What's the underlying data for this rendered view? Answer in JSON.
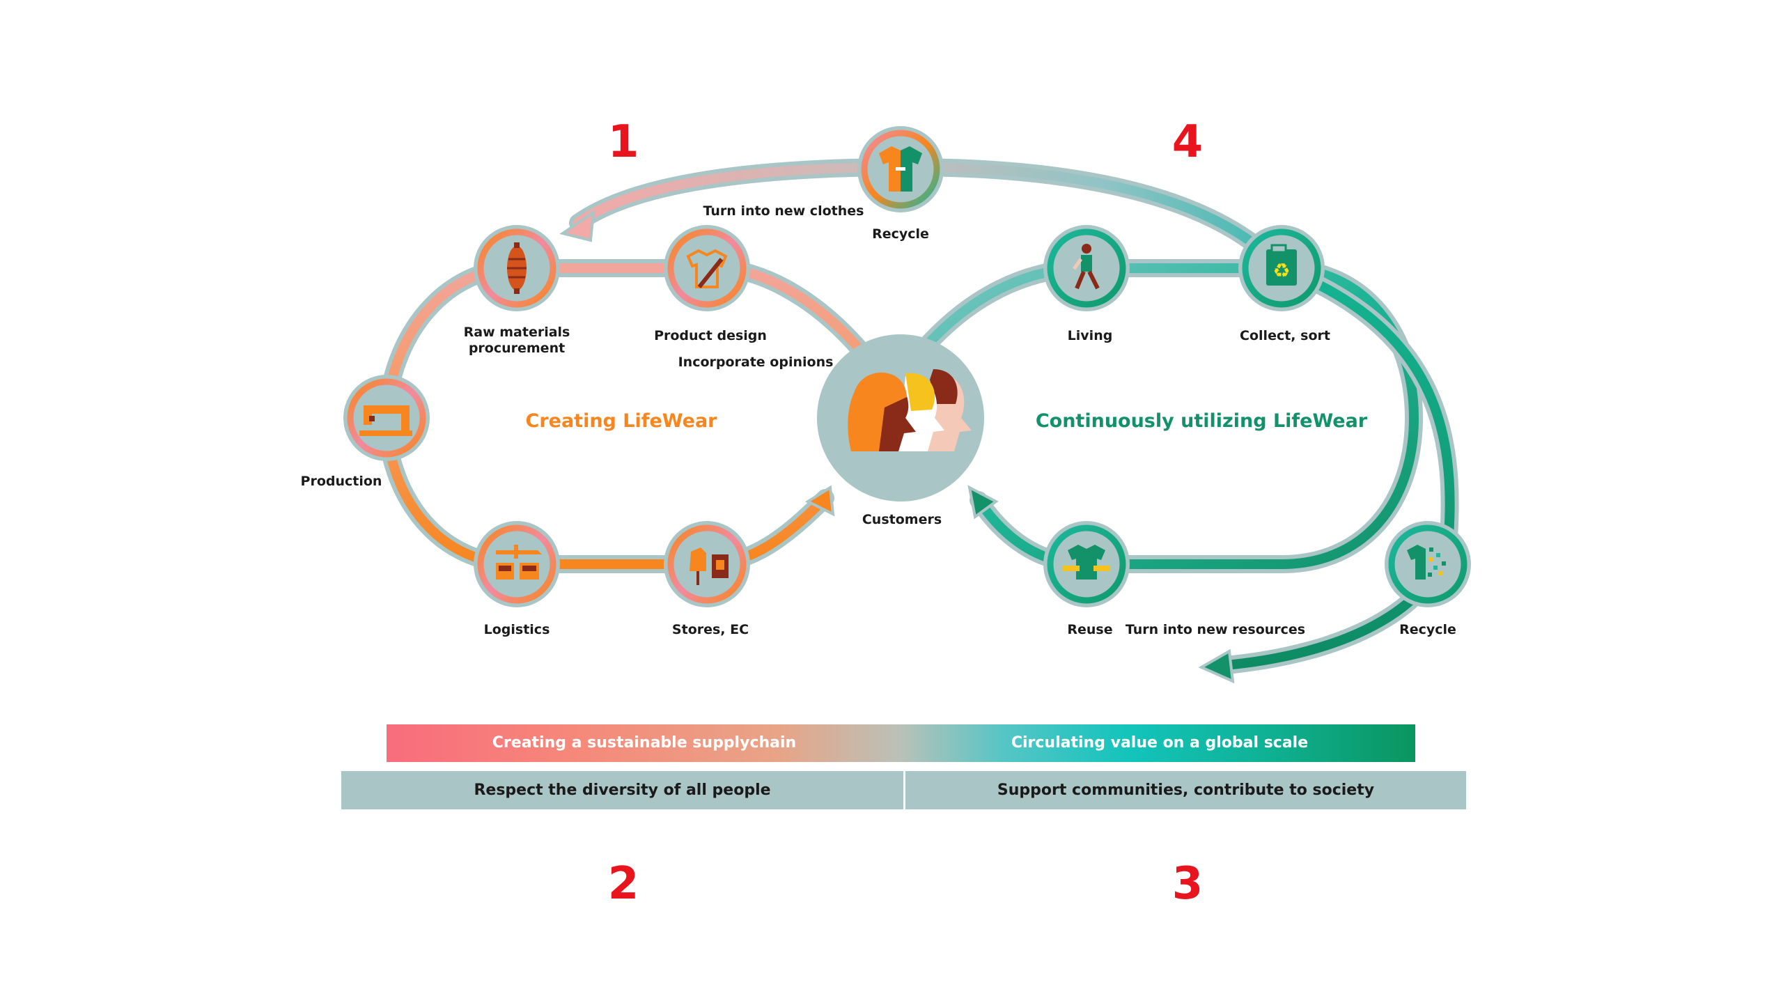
{
  "numbers": {
    "n1": "1",
    "n2": "2",
    "n3": "3",
    "n4": "4"
  },
  "sections": {
    "left_title": "Creating LifeWear",
    "right_title": "Continuously utilizing LifeWear"
  },
  "nodes": {
    "recycle_top": "Recycle",
    "turn_new_clothes": "Turn into new clothes",
    "raw_materials_line1": "Raw materials",
    "raw_materials_line2": "procurement",
    "product_design": "Product design",
    "incorporate_opinions": "Incorporate opinions",
    "production": "Production",
    "logistics": "Logistics",
    "stores_ec": "Stores, EC",
    "customers": "Customers",
    "living": "Living",
    "collect_sort": "Collect, sort",
    "reuse": "Reuse",
    "turn_new_resources": "Turn into new resources",
    "recycle_right": "Recycle"
  },
  "bars": {
    "sustainable": "Creating a sustainable supplychain",
    "circulating": "Circulating value on a global scale",
    "diversity": "Respect the diversity of all people",
    "communities": "Support communities, contribute to society"
  },
  "colors": {
    "orange": "#f7861e",
    "green": "#13926a",
    "teal_ring": "#1db79c",
    "pink_ring": "#f28aa0",
    "node_fill": "#a9c5c5",
    "red_number": "#e8141e"
  },
  "icons": {
    "raw_materials": "spool-icon",
    "product_design": "shirt-pencil-icon",
    "production": "sewing-machine-icon",
    "logistics": "plane-truck-ship-icon",
    "stores_ec": "mannequin-shop-icon",
    "customers": "people-faces-icon",
    "recycle_top": "shirt-recycle-icon",
    "living": "walking-person-icon",
    "collect_sort": "recycle-box-icon",
    "reuse": "shirt-hands-icon",
    "recycle_right": "shirt-dissolve-icon"
  }
}
